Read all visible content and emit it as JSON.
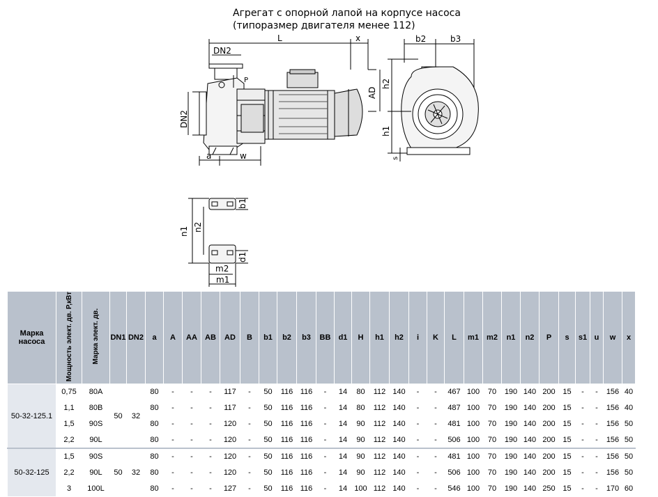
{
  "title": {
    "line1": "Агрегат с опорной лапой на корпусе насоса",
    "line2": "(типоразмер двигателя менее 112)"
  },
  "drawing_labels": {
    "dn2_top": "DN2",
    "L": "L",
    "x": "x",
    "P": "P",
    "DN2_side": "DN2",
    "AD": "AD",
    "a": "a",
    "w": "w",
    "b2": "b2",
    "b3": "b3",
    "h2": "h2",
    "h1": "h1",
    "s": "s",
    "b1": "b1",
    "n1": "n1",
    "n2": "n2",
    "d1": "d1",
    "m2": "m2",
    "m1": "m1"
  },
  "table": {
    "headers": [
      "Марка насоса",
      "Мощность элект. дв. P,кВт",
      "Марка элект. дв.",
      "DN1",
      "DN2",
      "a",
      "A",
      "AA",
      "AB",
      "AD",
      "B",
      "b1",
      "b2",
      "b3",
      "BB",
      "d1",
      "H",
      "h1",
      "h2",
      "i",
      "K",
      "L",
      "m1",
      "m2",
      "n1",
      "n2",
      "P",
      "s",
      "s1",
      "u",
      "w",
      "x"
    ],
    "groups": [
      {
        "model": "50-32-125.1",
        "dn1": "50",
        "dn2": "32",
        "rows": [
          {
            "p": "0,75",
            "motor": "80A",
            "a": "80",
            "A": "-",
            "AA": "-",
            "AB": "-",
            "AD": "117",
            "B": "-",
            "b1": "50",
            "b2": "116",
            "b3": "116",
            "BB": "-",
            "d1": "14",
            "H": "80",
            "h1": "112",
            "h2": "140",
            "i": "-",
            "K": "-",
            "L": "467",
            "m1": "100",
            "m2": "70",
            "n1": "190",
            "n2": "140",
            "P": "200",
            "s": "15",
            "s1": "-",
            "u": "-",
            "w": "156",
            "x": "40"
          },
          {
            "p": "1,1",
            "motor": "80B",
            "a": "80",
            "A": "-",
            "AA": "-",
            "AB": "-",
            "AD": "117",
            "B": "-",
            "b1": "50",
            "b2": "116",
            "b3": "116",
            "BB": "-",
            "d1": "14",
            "H": "80",
            "h1": "112",
            "h2": "140",
            "i": "-",
            "K": "-",
            "L": "487",
            "m1": "100",
            "m2": "70",
            "n1": "190",
            "n2": "140",
            "P": "200",
            "s": "15",
            "s1": "-",
            "u": "-",
            "w": "156",
            "x": "40"
          },
          {
            "p": "1,5",
            "motor": "90S",
            "a": "80",
            "A": "-",
            "AA": "-",
            "AB": "-",
            "AD": "120",
            "B": "-",
            "b1": "50",
            "b2": "116",
            "b3": "116",
            "BB": "-",
            "d1": "14",
            "H": "90",
            "h1": "112",
            "h2": "140",
            "i": "-",
            "K": "-",
            "L": "481",
            "m1": "100",
            "m2": "70",
            "n1": "190",
            "n2": "140",
            "P": "200",
            "s": "15",
            "s1": "-",
            "u": "-",
            "w": "156",
            "x": "50"
          },
          {
            "p": "2,2",
            "motor": "90L",
            "a": "80",
            "A": "-",
            "AA": "-",
            "AB": "-",
            "AD": "120",
            "B": "-",
            "b1": "50",
            "b2": "116",
            "b3": "116",
            "BB": "-",
            "d1": "14",
            "H": "90",
            "h1": "112",
            "h2": "140",
            "i": "-",
            "K": "-",
            "L": "506",
            "m1": "100",
            "m2": "70",
            "n1": "190",
            "n2": "140",
            "P": "200",
            "s": "15",
            "s1": "-",
            "u": "-",
            "w": "156",
            "x": "50"
          }
        ]
      },
      {
        "model": "50-32-125",
        "dn1": "50",
        "dn2": "32",
        "rows": [
          {
            "p": "1,5",
            "motor": "90S",
            "a": "80",
            "A": "-",
            "AA": "-",
            "AB": "-",
            "AD": "120",
            "B": "-",
            "b1": "50",
            "b2": "116",
            "b3": "116",
            "BB": "-",
            "d1": "14",
            "H": "90",
            "h1": "112",
            "h2": "140",
            "i": "-",
            "K": "-",
            "L": "481",
            "m1": "100",
            "m2": "70",
            "n1": "190",
            "n2": "140",
            "P": "200",
            "s": "15",
            "s1": "-",
            "u": "-",
            "w": "156",
            "x": "50"
          },
          {
            "p": "2,2",
            "motor": "90L",
            "a": "80",
            "A": "-",
            "AA": "-",
            "AB": "-",
            "AD": "120",
            "B": "-",
            "b1": "50",
            "b2": "116",
            "b3": "116",
            "BB": "-",
            "d1": "14",
            "H": "90",
            "h1": "112",
            "h2": "140",
            "i": "-",
            "K": "-",
            "L": "506",
            "m1": "100",
            "m2": "70",
            "n1": "190",
            "n2": "140",
            "P": "200",
            "s": "15",
            "s1": "-",
            "u": "-",
            "w": "156",
            "x": "50"
          },
          {
            "p": "3",
            "motor": "100L",
            "a": "80",
            "A": "-",
            "AA": "-",
            "AB": "-",
            "AD": "127",
            "B": "-",
            "b1": "50",
            "b2": "116",
            "b3": "116",
            "BB": "-",
            "d1": "14",
            "H": "100",
            "h1": "112",
            "h2": "140",
            "i": "-",
            "K": "-",
            "L": "546",
            "m1": "100",
            "m2": "70",
            "n1": "190",
            "n2": "140",
            "P": "250",
            "s": "15",
            "s1": "-",
            "u": "-",
            "w": "170",
            "x": "60"
          }
        ]
      }
    ]
  }
}
